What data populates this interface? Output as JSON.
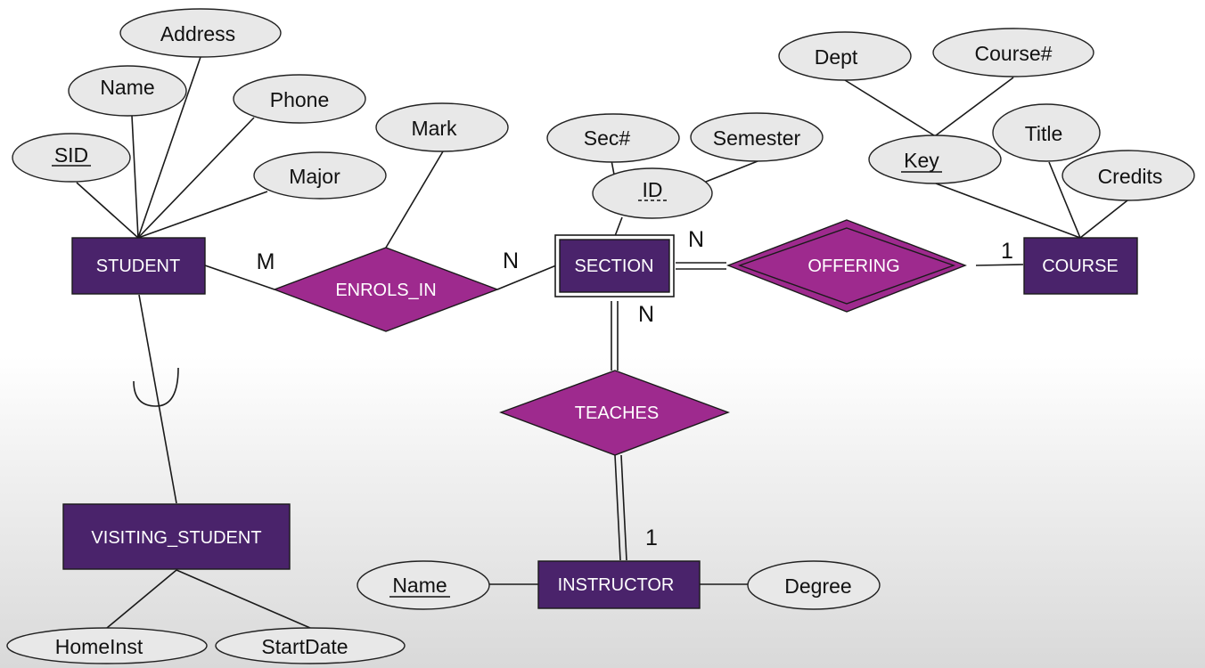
{
  "entities": {
    "student": "STUDENT",
    "visiting_student": "VISITING_STUDENT",
    "section": "SECTION",
    "course": "COURSE",
    "instructor": "INSTRUCTOR"
  },
  "relationships": {
    "enrols_in": "ENROLS_IN",
    "offering": "OFFERING",
    "teaches": "TEACHES"
  },
  "attributes": {
    "student": {
      "address": "Address",
      "name": "Name",
      "phone": "Phone",
      "sid": "SID",
      "major": "Major"
    },
    "enrols_in": {
      "mark": "Mark"
    },
    "section": {
      "sec_no": "Sec#",
      "semester": "Semester",
      "id": "ID"
    },
    "course": {
      "dept": "Dept",
      "course_no": "Course#",
      "key": "Key",
      "title": "Title",
      "credits": "Credits"
    },
    "visiting_student": {
      "home_inst": "HomeInst",
      "start_date": "StartDate"
    },
    "instructor": {
      "name": "Name",
      "degree": "Degree"
    }
  },
  "cardinalities": {
    "student_enrols": "M",
    "section_enrols": "N",
    "section_offering": "N",
    "course_offering": "1",
    "section_teaches": "N",
    "instructor_teaches": "1"
  }
}
